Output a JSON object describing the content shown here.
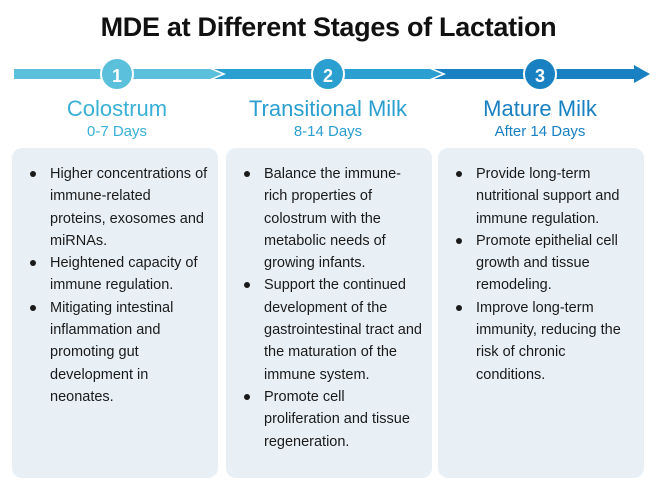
{
  "title": "MDE at Different Stages of Lactation",
  "colors": {
    "stage1": "#5bc0dc",
    "stage2": "#2a9fd0",
    "stage3": "#1980c2",
    "card_background": "#e8f0f6"
  },
  "stages": [
    {
      "number": "1",
      "name": "Colostrum",
      "days": "0-7 Days",
      "bullets": [
        "Higher concentrations of immune-related proteins, exosomes  and miRNAs.",
        "Heightened capacity of immune regulation.",
        "Mitigating intestinal inflammation and promoting gut development in neonates."
      ]
    },
    {
      "number": "2",
      "name": "Transitional Milk",
      "days": "8-14 Days",
      "bullets": [
        "Balance the immune-rich properties of colostrum with the metabolic needs of growing infants.",
        "Support the continued development of the gastrointestinal tract and the maturation of the immune system.",
        "Promote cell proliferation and tissue regeneration."
      ]
    },
    {
      "number": "3",
      "name": "Mature Milk",
      "days": "After 14 Days",
      "bullets": [
        "Provide long-term nutritional support and immune regulation.",
        "Promote epithelial cell growth and tissue remodeling.",
        "Improve long-term immunity, reducing the risk of chronic conditions."
      ]
    }
  ]
}
